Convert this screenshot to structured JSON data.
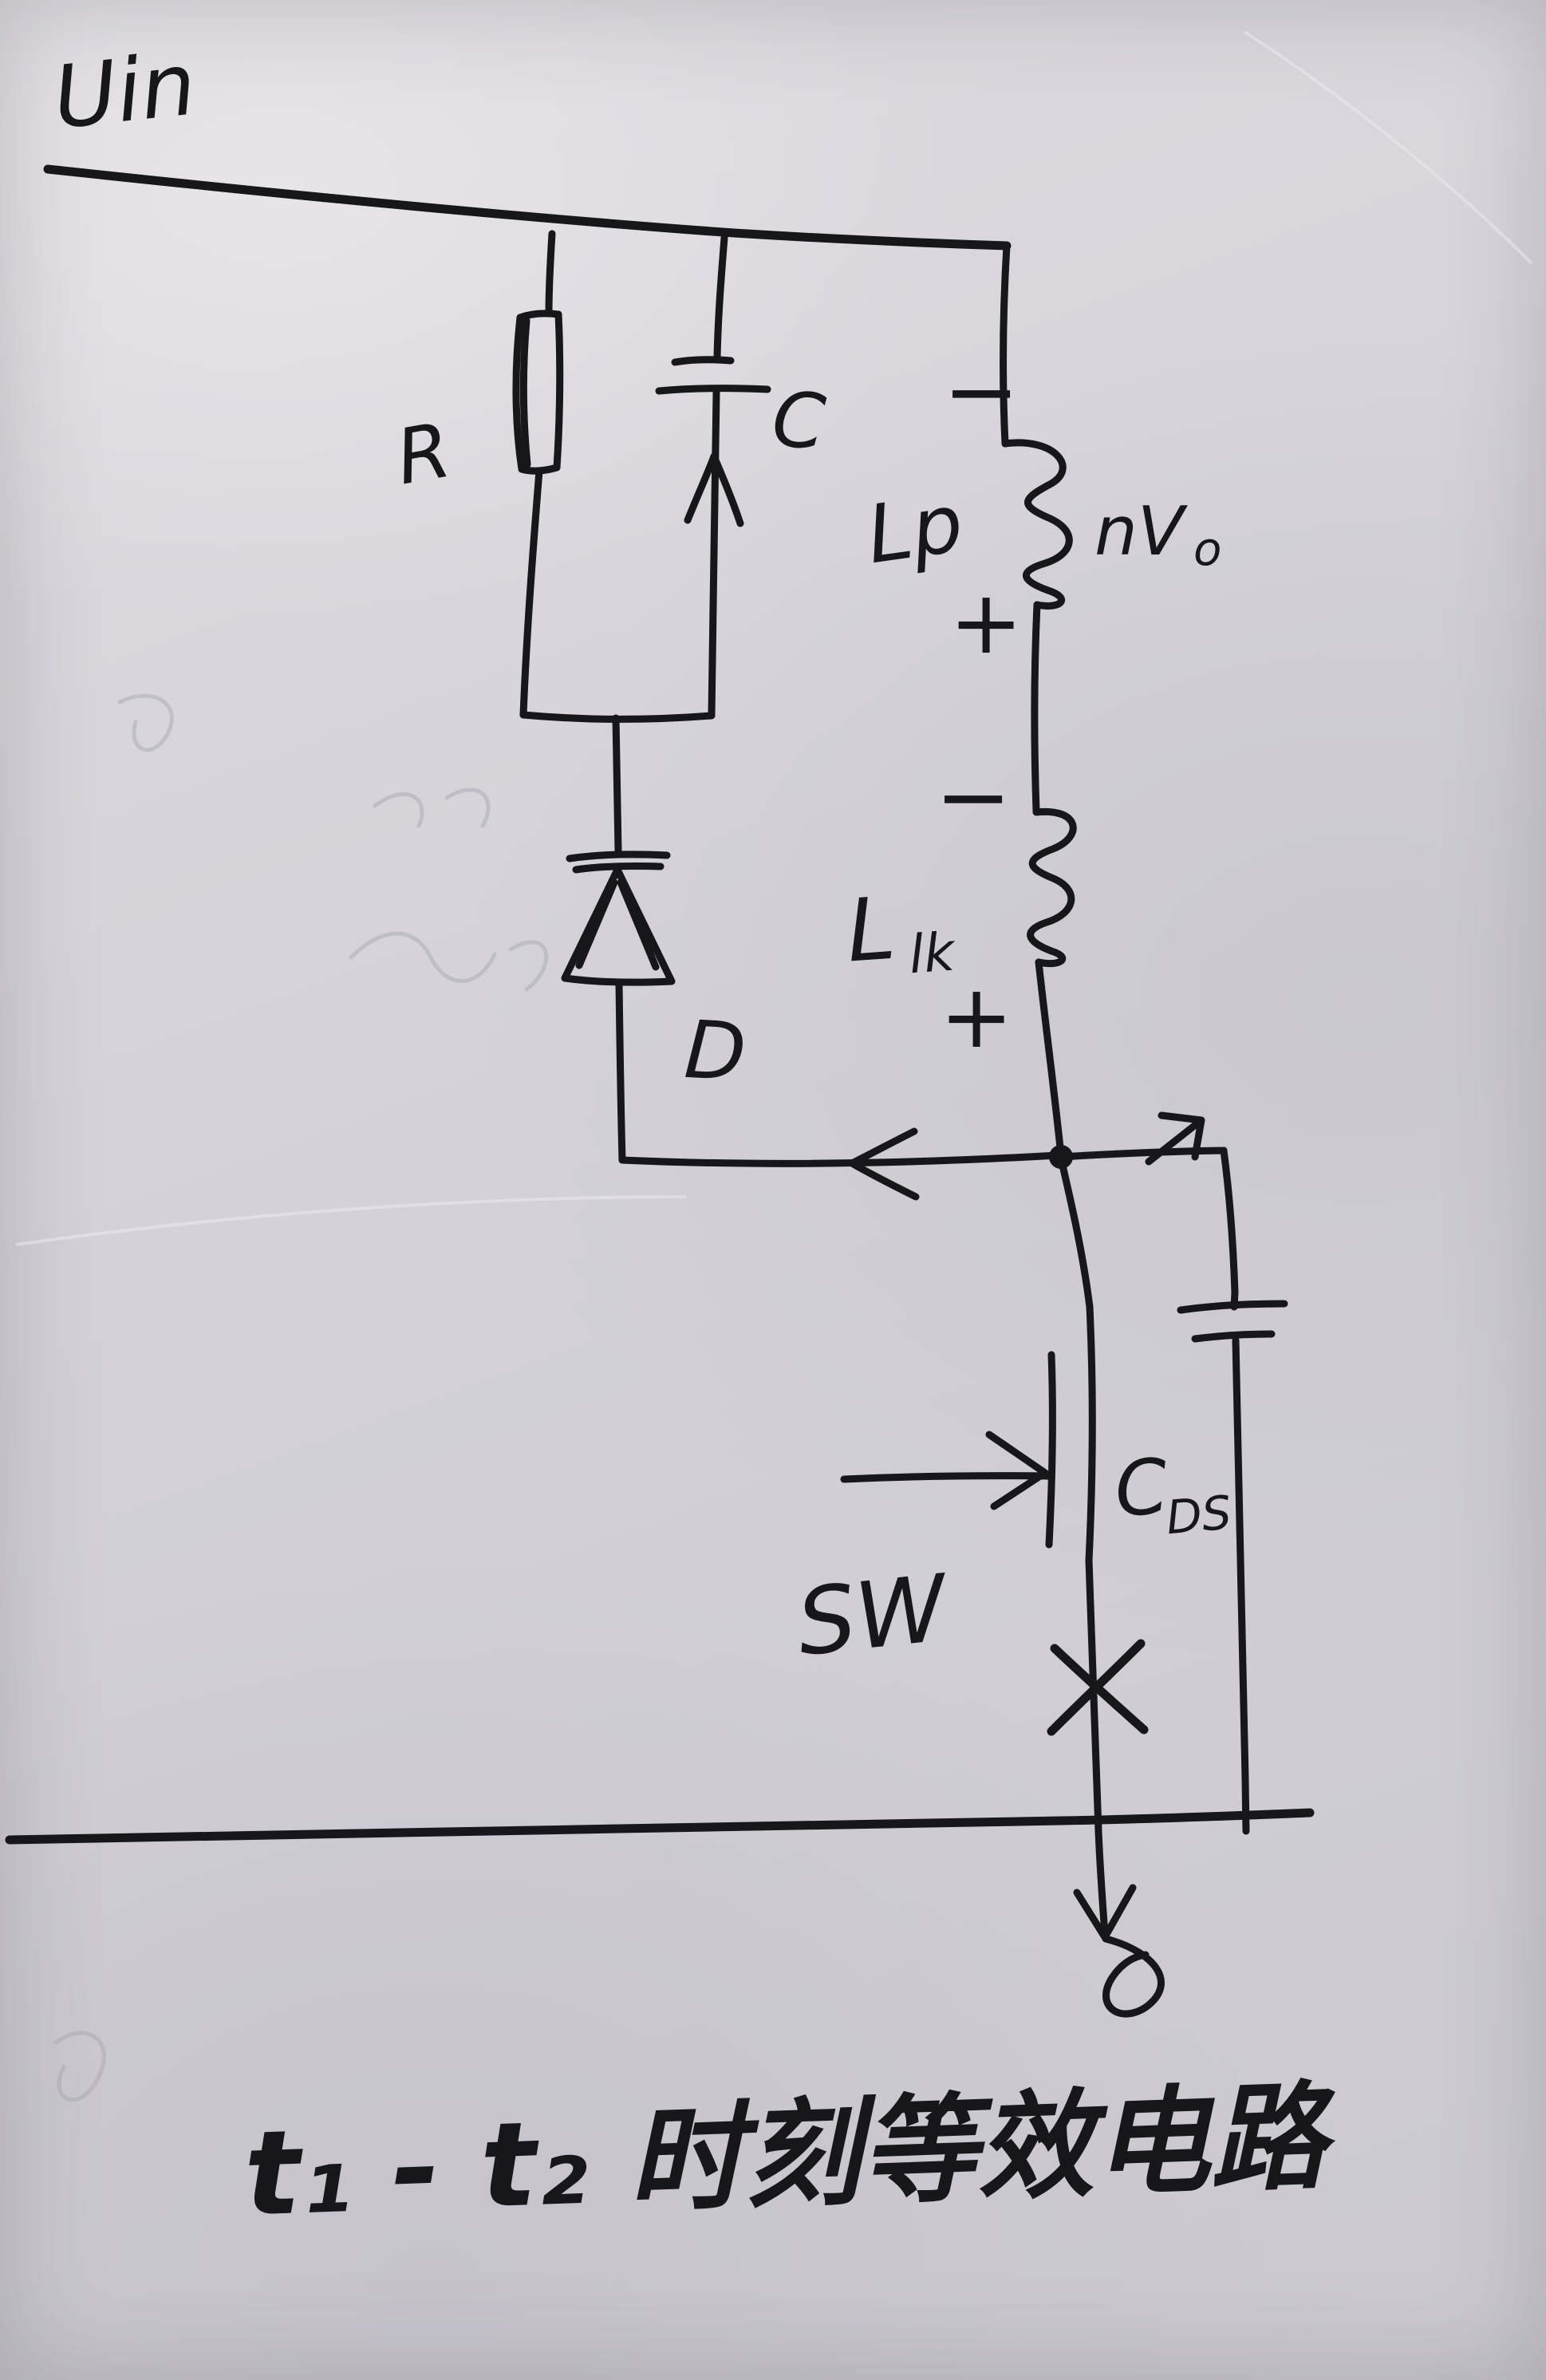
{
  "labels": {
    "uin": "Uin",
    "r": "R",
    "c": "C",
    "lp": "Lp",
    "nvo_main": "nV",
    "nvo_sub": "o",
    "llk_main": "L",
    "llk_sub": "lk",
    "d": "D",
    "sw": "SW",
    "cds_main": "C",
    "cds_sub": "DS",
    "polarity": {
      "lp_minus": "−",
      "lp_plus": "+",
      "llk_minus": "−",
      "llk_plus": "+"
    }
  },
  "caption": "t₁ - t₂ 时刻等效电路",
  "ink_color": "#17161a",
  "paper_color": "#d4d1d8"
}
